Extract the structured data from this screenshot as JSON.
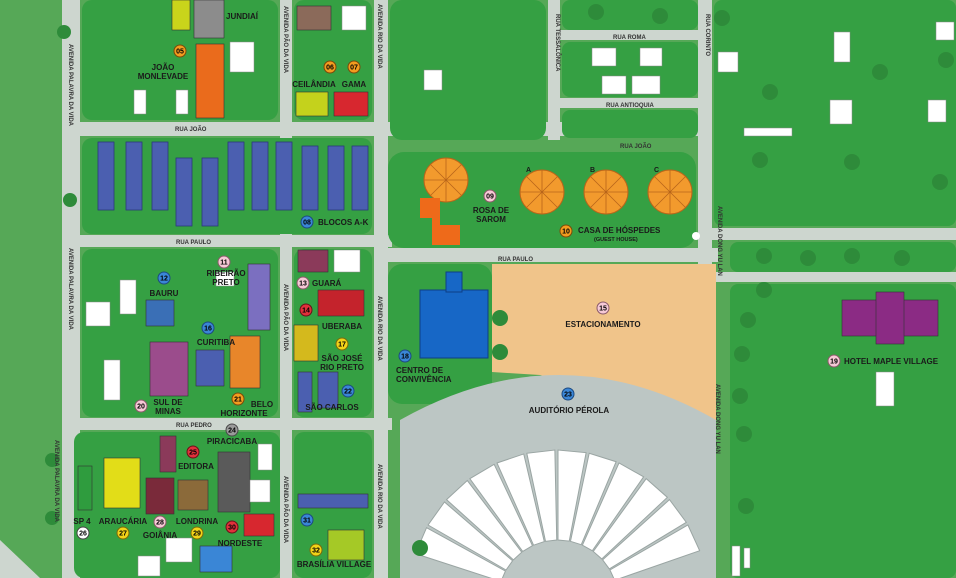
{
  "roads": {
    "rua_joao": "RUA JOÃO",
    "rua_paulo_left": "RUA PAULO",
    "rua_paulo_right": "RUA PAULO",
    "rua_pedro": "RUA PEDRO",
    "rua_roma": "RUA ROMA",
    "rua_antioquia": "RUA ANTIOQUIA",
    "rua_joao_right": "RUA JOÃO",
    "rua_tessalonica": "RUA TESSALÔNICA",
    "rua_corinto": "RUA CORINTO",
    "av_palavra_top": "AVENIDA PALAVRA DA VIDA",
    "av_palavra_mid": "AVENIDA PALAVRA DA VIDA",
    "av_palavra_bottom": "AVENIDA PALAVRA DA VIDA",
    "av_pao_top": "AVENIDA PÃO DA VIDA",
    "av_pao_mid": "AVENIDA PÃO DA VIDA",
    "av_pao_bottom": "AVENIDA PÃO DA VIDA",
    "av_rio_top": "AVENIDA RIO DA VIDA",
    "av_rio_mid": "AVENIDA RIO DA VIDA",
    "av_rio_bottom": "AVENIDA RIO DA VIDA",
    "av_dong_top": "AVENIDA DONG YU LAN",
    "av_dong_bottom": "AVENIDA DONG YU LAN"
  },
  "places": {
    "jundiai": {
      "name": "JUNDIAÍ"
    },
    "joao_monlevade": {
      "num": "05",
      "name1": "JOÃO",
      "name2": "MONLEVADE"
    },
    "ceilandia": {
      "num": "06",
      "name": "CEILÂNDIA"
    },
    "gama": {
      "num": "07",
      "name": "GAMA"
    },
    "blocos": {
      "num": "08",
      "name": "BLOCOS A-K"
    },
    "rosa_sarom": {
      "num": "09",
      "name1": "ROSA DE",
      "name2": "SAROM"
    },
    "casa_hospedes": {
      "num": "10",
      "name": "CASA DE HÓSPEDES",
      "sub": "(GUEST HOUSE)"
    },
    "ribeirao_preto": {
      "num": "11",
      "name1": "RIBEIRÃO",
      "name2": "PRETO"
    },
    "bauru": {
      "num": "12",
      "name": "BAURU"
    },
    "guara": {
      "num": "13",
      "name": "GUARÁ"
    },
    "uberaba": {
      "num": "14",
      "name": "UBERABA"
    },
    "estacionamento": {
      "num": "15",
      "name": "ESTACIONAMENTO"
    },
    "curitiba": {
      "num": "16",
      "name": "CURITIBA"
    },
    "sao_jose": {
      "num": "17",
      "name1": "SÃO JOSÉ",
      "name2": "RIO PRETO"
    },
    "centro": {
      "num": "18",
      "name1": "CENTRO DE",
      "name2": "CONVIVÊNCIA"
    },
    "maple": {
      "num": "19",
      "name": "HOTEL MAPLE VILLAGE"
    },
    "sul_minas": {
      "num": "20",
      "name1": "SUL DE",
      "name2": "MINAS"
    },
    "belo_horizonte": {
      "num": "21",
      "name1": "BELO",
      "name2": "HORIZONTE"
    },
    "sao_carlos": {
      "num": "22",
      "name": "SÃO CARLOS"
    },
    "auditorio": {
      "num": "23",
      "name": "AUDITÓRIO PÉROLA"
    },
    "piracicaba": {
      "num": "24",
      "name": "PIRACICABA"
    },
    "editora": {
      "num": "25",
      "name": "EDITORA"
    },
    "sp4": {
      "num": "26",
      "name": "SP 4"
    },
    "araucaria": {
      "num": "27",
      "name": "ARAUCÁRIA"
    },
    "londrina": {
      "num": "28",
      "name": "LONDRINA"
    },
    "goiania": {
      "num": "29",
      "name": "GOIÂNIA"
    },
    "nordeste": {
      "num": "30",
      "name": "NORDESTE"
    },
    "unnamed31": {
      "num": "31"
    },
    "brasilia": {
      "num": "32",
      "name": "BRASÍLIA VILLAGE"
    }
  },
  "guest_house_units": [
    "A",
    "B",
    "C"
  ],
  "colors": {
    "grass": "#56a857",
    "block": "#2f9c3e",
    "road": "#c9d3cc",
    "parking": "#f0c48a",
    "orange_badge": "#f39c1f",
    "red_badge": "#e0313b",
    "blue_badge": "#3a86d6",
    "yellow_badge": "#f2d318",
    "pink_badge": "#f6c9d6",
    "gray_badge": "#9a9a9a"
  }
}
